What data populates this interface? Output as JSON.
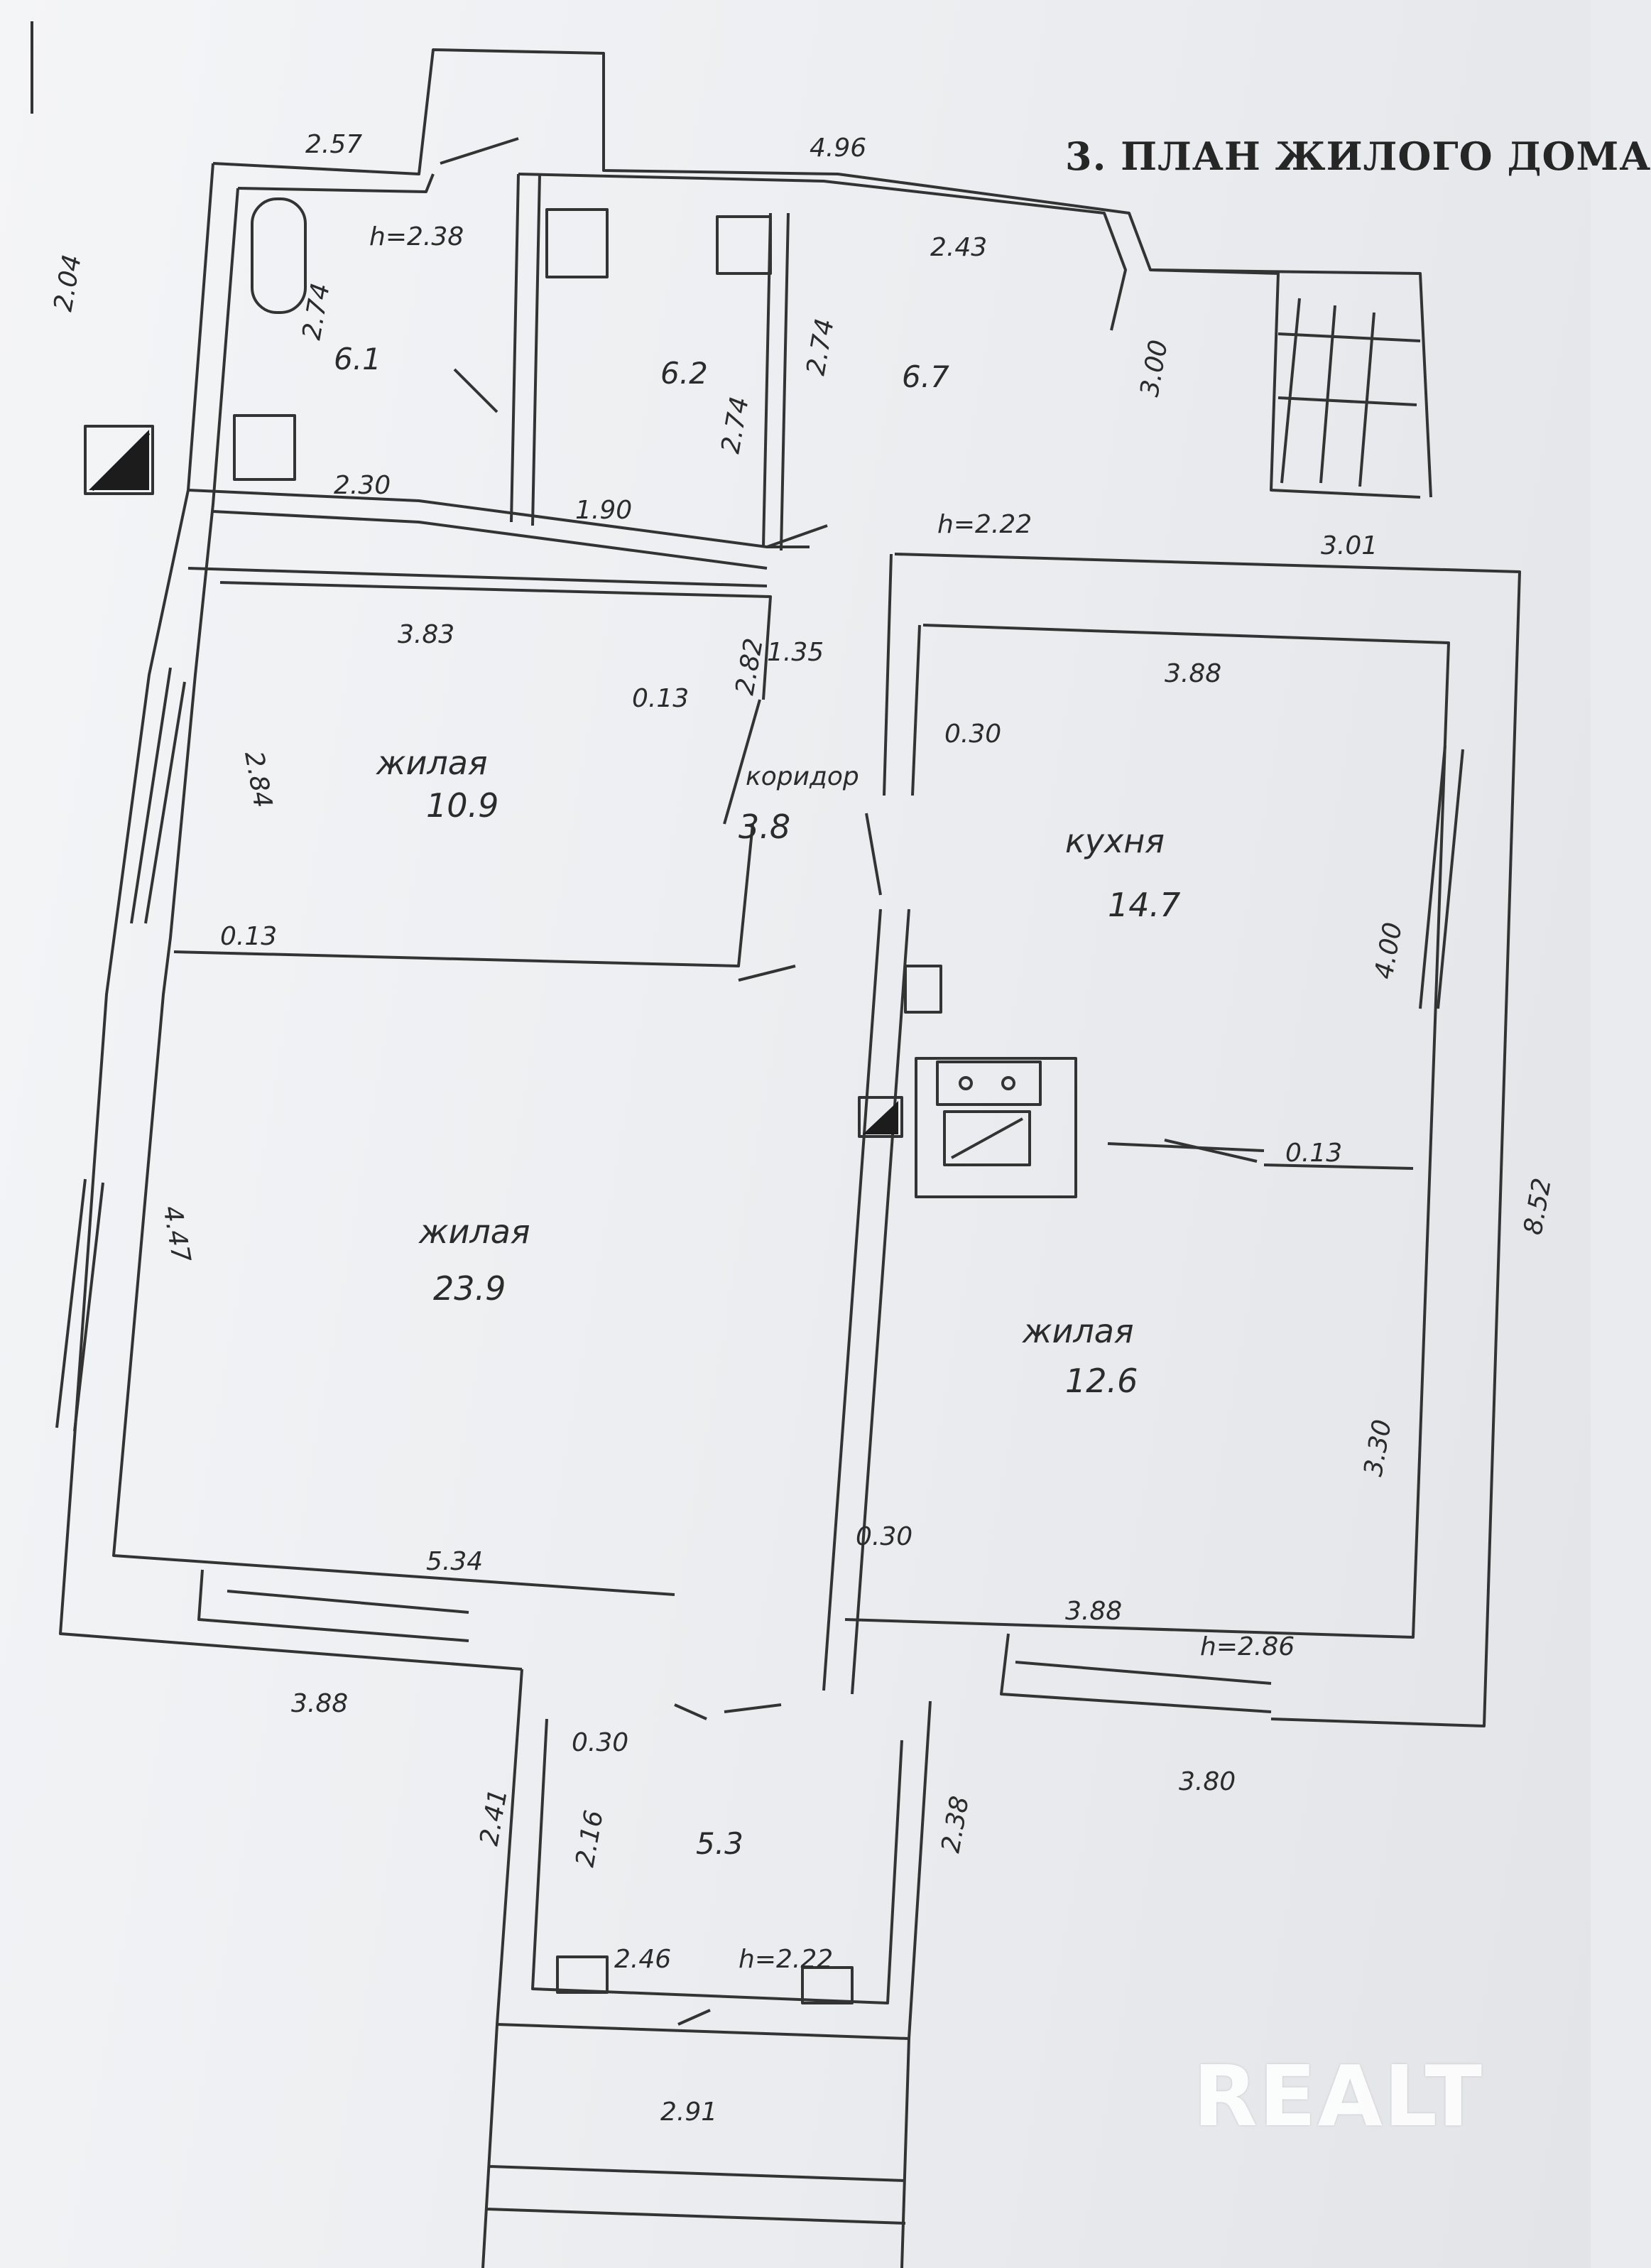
{
  "title": "3. ПЛАН ЖИЛОГО ДОМА",
  "watermark": "REALT",
  "rooms": [
    {
      "name": "жилая",
      "area": "10.9"
    },
    {
      "name": "коридор",
      "area": "3.8"
    },
    {
      "name": "кухня",
      "area": "14.7"
    },
    {
      "name": "жилая",
      "area": "23.9"
    },
    {
      "name": "жилая",
      "area": "12.6"
    }
  ],
  "small_areas": [
    "6.1",
    "6.2",
    "6.7",
    "5.3"
  ],
  "dimensions": {
    "top_bath": "2.57",
    "top_mid": "4.96",
    "bath_h": "h=2.38",
    "kitchen_top": "2.43",
    "bath_left": "2.04",
    "bath_inner": "2.74",
    "mid_a": "2.74",
    "right_small": "3.00",
    "mid_b": "2.74",
    "bath_bottom": "2.30",
    "bottom_mid": "1.90",
    "h_mid": "h=2.22",
    "stairs": "3.01",
    "room1_top": "3.83",
    "wall_a": "0.13",
    "door_a": "2.82",
    "corr": "1.35",
    "room1_left": "2.84",
    "kitchen_top2": "3.88",
    "wall_b": "0.30",
    "wall_c": "0.13",
    "kitchen_right": "4.00",
    "total_right": "8.52",
    "wall_d": "0.13",
    "big_left": "4.47",
    "right_room_h": "3.30",
    "wall_e": "0.30",
    "big_bottom": "5.34",
    "bottom_left": "3.88",
    "right_bottom": "3.88",
    "h_right": "h=2.86",
    "bottom_right": "3.80",
    "porch_wall": "0.30",
    "porch_left": "2.41",
    "porch_inner": "2.16",
    "porch_right": "2.38",
    "porch_w": "2.46",
    "porch_h": "h=2.22",
    "porch_bottom": "2.91"
  }
}
